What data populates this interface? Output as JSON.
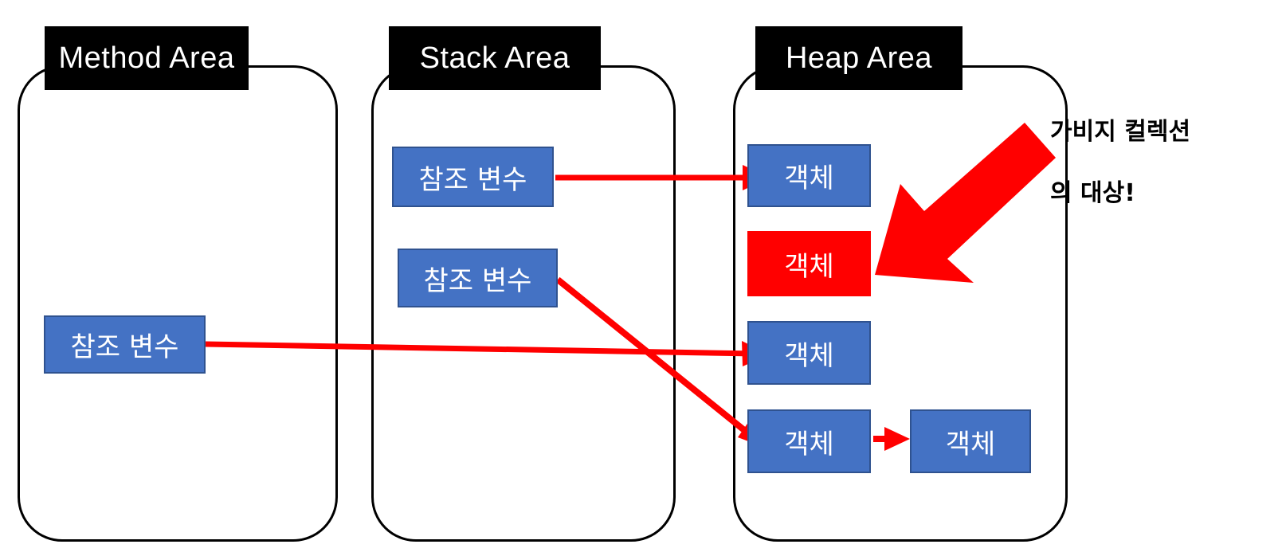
{
  "diagram": {
    "title_area_labels": {
      "method": "Method Area",
      "stack": "Stack Area",
      "heap": "Heap Area"
    },
    "regions": [
      {
        "id": "method-area",
        "label": "Method Area"
      },
      {
        "id": "stack-area",
        "label": "Stack Area"
      },
      {
        "id": "heap-area",
        "label": "Heap Area"
      }
    ],
    "method_area": {
      "nodes": [
        {
          "id": "method-ref-var-1",
          "label": "참조 변수",
          "color": "#4472C4"
        }
      ]
    },
    "stack_area": {
      "nodes": [
        {
          "id": "stack-ref-var-1",
          "label": "참조 변수",
          "color": "#4472C4"
        },
        {
          "id": "stack-ref-var-2",
          "label": "참조 변수",
          "color": "#4472C4"
        }
      ]
    },
    "heap_area": {
      "nodes": [
        {
          "id": "heap-object-1",
          "label": "객체",
          "color": "#4472C4"
        },
        {
          "id": "heap-object-2",
          "label": "객체",
          "color": "#FF0000"
        },
        {
          "id": "heap-object-3",
          "label": "객체",
          "color": "#4472C4"
        },
        {
          "id": "heap-object-4",
          "label": "객체",
          "color": "#4472C4"
        },
        {
          "id": "heap-object-5",
          "label": "객체",
          "color": "#4472C4"
        }
      ]
    },
    "annotation": {
      "text": "가비지 컬렉션\n의 대상!",
      "line1": "가비지 컬렉션",
      "line2": "의 대상!",
      "arrow_color": "#FF0000",
      "points_to": "heap-object-2"
    },
    "connectors": [
      {
        "id": "arrow-stack1-to-object1",
        "from": "stack-ref-var-1",
        "to": "heap-object-1",
        "color": "#FF0000"
      },
      {
        "id": "arrow-method1-to-object3",
        "from": "method-ref-var-1",
        "to": "heap-object-3",
        "color": "#FF0000"
      },
      {
        "id": "arrow-stack2-to-object4",
        "from": "stack-ref-var-2",
        "to": "heap-object-4",
        "color": "#FF0000"
      },
      {
        "id": "arrow-object4-to-object5",
        "from": "heap-object-4",
        "to": "heap-object-5",
        "color": "#FF0000"
      }
    ],
    "colors": {
      "node_blue": "#4472C4",
      "node_blue_border": "#2F528F",
      "node_red": "#FF0000",
      "outline": "#000000",
      "title_bg": "#000000",
      "title_text": "#FFFFFF",
      "background": "#FFFFFF"
    }
  }
}
